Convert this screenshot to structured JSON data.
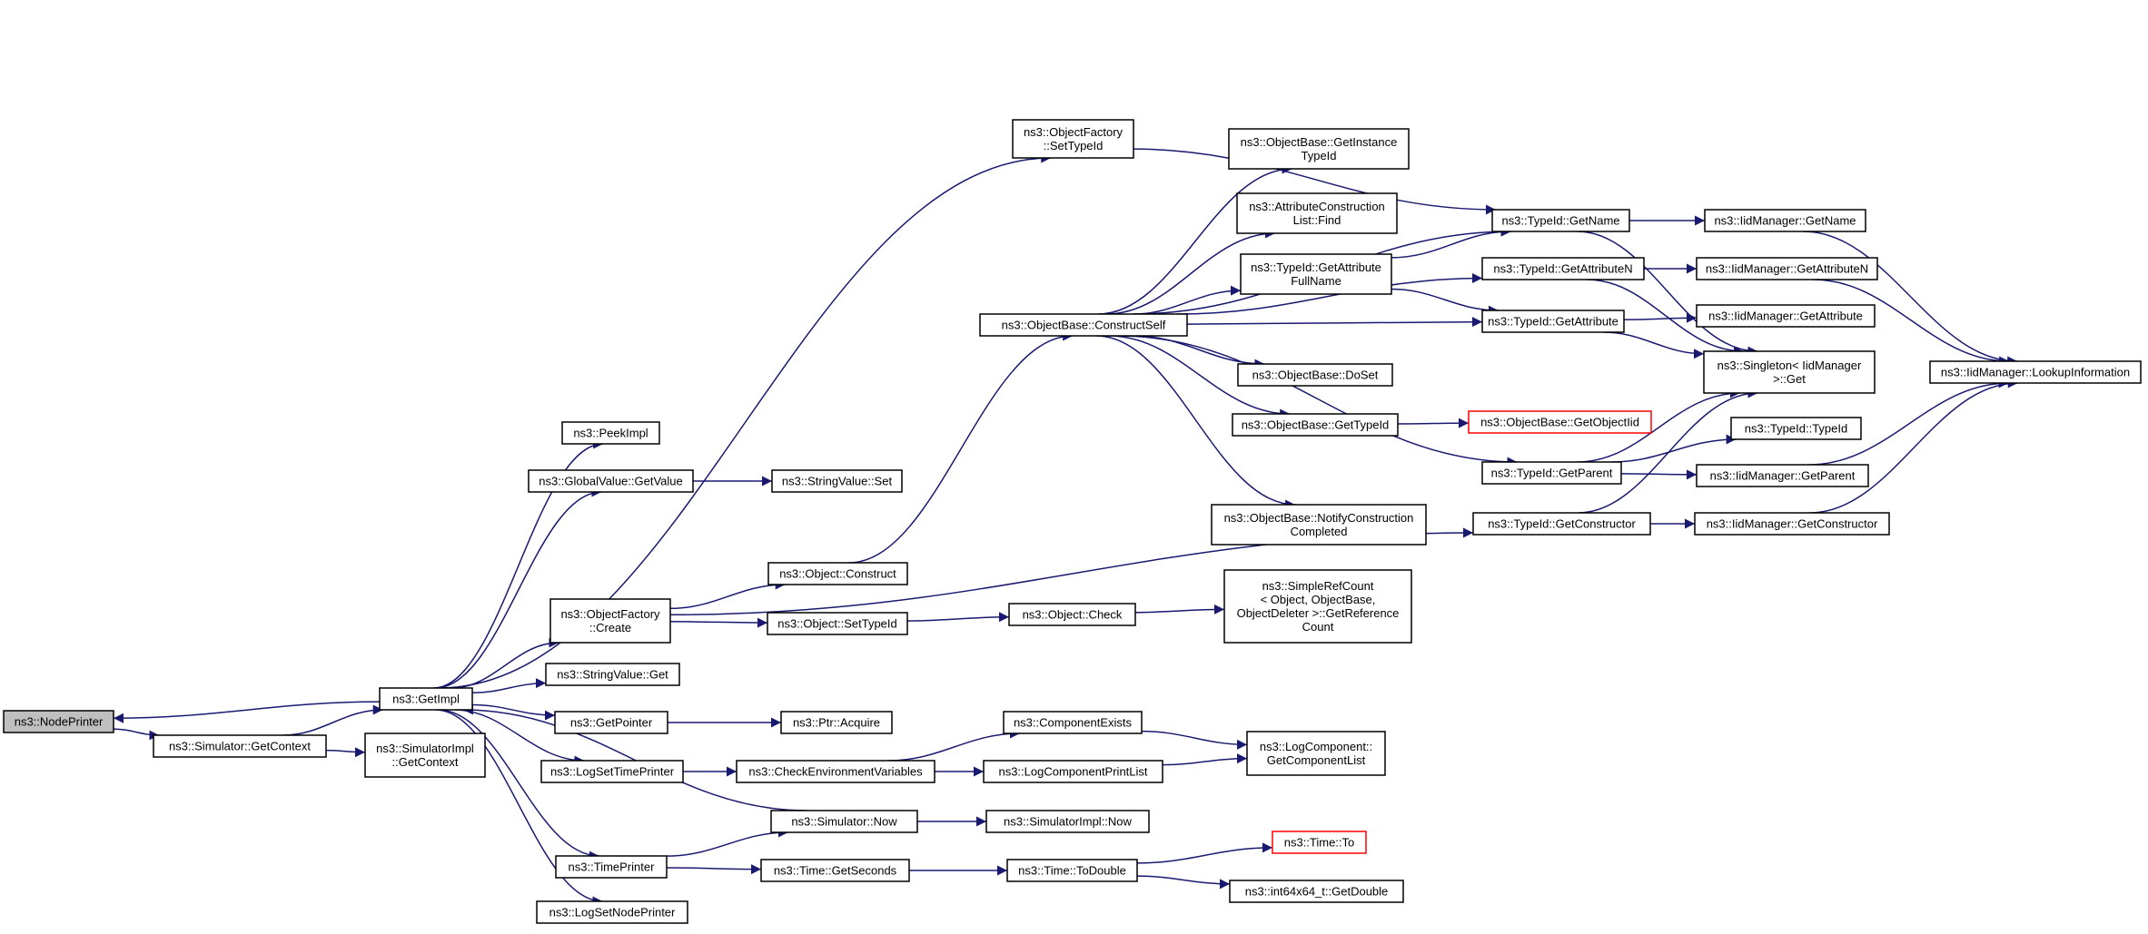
{
  "colors": {
    "edge": "#191970",
    "root_fill": "#bfbfbf",
    "highlight_border": "#ff0000"
  },
  "nodes": {
    "nodeprinter": [
      "ns3::NodePrinter"
    ],
    "getcontext": [
      "ns3::Simulator::GetContext"
    ],
    "simimpl_getcontext": [
      "ns3::SimulatorImpl",
      "::GetContext"
    ],
    "getimpl": [
      "ns3::GetImpl"
    ],
    "peekimpl": [
      "ns3::PeekImpl"
    ],
    "globalvalue_getvalue": [
      "ns3::GlobalValue::GetValue"
    ],
    "stringvalue_set": [
      "ns3::StringValue::Set"
    ],
    "objectfactory_create": [
      "ns3::ObjectFactory",
      "::Create"
    ],
    "stringvalue_get": [
      "ns3::StringValue::Get"
    ],
    "getpointer": [
      "ns3::GetPointer"
    ],
    "ptr_acquire": [
      "ns3::Ptr::Acquire"
    ],
    "logsettimeprinter": [
      "ns3::LogSetTimePrinter"
    ],
    "checkenv": [
      "ns3::CheckEnvironmentVariables"
    ],
    "componentexists": [
      "ns3::ComponentExists"
    ],
    "logcomponentprintlist": [
      "ns3::LogComponentPrintList"
    ],
    "logcomponent_getlist": [
      "ns3::LogComponent::",
      "GetComponentList"
    ],
    "simulator_now": [
      "ns3::Simulator::Now"
    ],
    "simimpl_now": [
      "ns3::SimulatorImpl::Now"
    ],
    "timeprinter": [
      "ns3::TimePrinter"
    ],
    "time_getseconds": [
      "ns3::Time::GetSeconds"
    ],
    "time_todouble": [
      "ns3::Time::ToDouble"
    ],
    "time_to": [
      "ns3::Time::To"
    ],
    "int64_getdouble": [
      "ns3::int64x64_t::GetDouble"
    ],
    "logsetnodeprinter": [
      "ns3::LogSetNodePrinter"
    ],
    "object_construct": [
      "ns3::Object::Construct"
    ],
    "object_settypeid": [
      "ns3::Object::SetTypeId"
    ],
    "object_check": [
      "ns3::Object::Check"
    ],
    "simplerefcount": [
      "ns3::SimpleRefCount",
      "< Object, ObjectBase,",
      "ObjectDeleter >::GetReference",
      "Count"
    ],
    "objectfactory_settypeid": [
      "ns3::ObjectFactory",
      "::SetTypeId"
    ],
    "constructself": [
      "ns3::ObjectBase::ConstructSelf"
    ],
    "getinstancetypeid": [
      "ns3::ObjectBase::GetInstance",
      "TypeId"
    ],
    "attrconstlist_find": [
      "ns3::AttributeConstruction",
      "List::Find"
    ],
    "typeid_getattrfullname": [
      "ns3::TypeId::GetAttribute",
      "FullName"
    ],
    "objectbase_doset": [
      "ns3::ObjectBase::DoSet"
    ],
    "objectbase_gettypeid": [
      "ns3::ObjectBase::GetTypeId"
    ],
    "notifyconstruction": [
      "ns3::ObjectBase::NotifyConstruction",
      "Completed"
    ],
    "getobjectiid": [
      "ns3::ObjectBase::GetObjectIid"
    ],
    "typeid_getname": [
      "ns3::TypeId::GetName"
    ],
    "typeid_getattributen": [
      "ns3::TypeId::GetAttributeN"
    ],
    "typeid_getattribute": [
      "ns3::TypeId::GetAttribute"
    ],
    "typeid_getparent": [
      "ns3::TypeId::GetParent"
    ],
    "typeid_getconstructor": [
      "ns3::TypeId::GetConstructor"
    ],
    "singleton_get": [
      "ns3::Singleton< IidManager",
      ">::Get"
    ],
    "typeid_typeid": [
      "ns3::TypeId::TypeId"
    ],
    "iid_getname": [
      "ns3::IidManager::GetName"
    ],
    "iid_getattributen": [
      "ns3::IidManager::GetAttributeN"
    ],
    "iid_getattribute": [
      "ns3::IidManager::GetAttribute"
    ],
    "iid_getparent": [
      "ns3::IidManager::GetParent"
    ],
    "iid_getconstructor": [
      "ns3::IidManager::GetConstructor"
    ],
    "iid_lookupinformation": [
      "ns3::IidManager::LookupInformation"
    ]
  },
  "edges": [
    [
      "getimpl",
      "nodeprinter"
    ],
    [
      "nodeprinter",
      "getcontext"
    ],
    [
      "getcontext",
      "getimpl"
    ],
    [
      "getcontext",
      "simimpl_getcontext"
    ],
    [
      "getimpl",
      "peekimpl"
    ],
    [
      "getimpl",
      "globalvalue_getvalue"
    ],
    [
      "globalvalue_getvalue",
      "stringvalue_set"
    ],
    [
      "getimpl",
      "objectfactory_create"
    ],
    [
      "getimpl",
      "stringvalue_get"
    ],
    [
      "getimpl",
      "getpointer"
    ],
    [
      "getpointer",
      "ptr_acquire"
    ],
    [
      "getimpl",
      "logsettimeprinter"
    ],
    [
      "logsettimeprinter",
      "checkenv"
    ],
    [
      "checkenv",
      "componentexists"
    ],
    [
      "checkenv",
      "logcomponentprintlist"
    ],
    [
      "componentexists",
      "logcomponent_getlist"
    ],
    [
      "logcomponentprintlist",
      "logcomponent_getlist"
    ],
    [
      "simulator_now",
      "getimpl"
    ],
    [
      "simulator_now",
      "simimpl_now"
    ],
    [
      "getimpl",
      "timeprinter"
    ],
    [
      "timeprinter",
      "simulator_now"
    ],
    [
      "timeprinter",
      "time_getseconds"
    ],
    [
      "time_getseconds",
      "time_todouble"
    ],
    [
      "time_todouble",
      "time_to"
    ],
    [
      "time_todouble",
      "int64_getdouble"
    ],
    [
      "getimpl",
      "logsetnodeprinter"
    ],
    [
      "getimpl",
      "objectfactory_settypeid"
    ],
    [
      "objectfactory_create",
      "object_construct"
    ],
    [
      "objectfactory_create",
      "object_settypeid"
    ],
    [
      "objectfactory_create",
      "typeid_getconstructor"
    ],
    [
      "object_settypeid",
      "object_check"
    ],
    [
      "object_check",
      "simplerefcount"
    ],
    [
      "object_construct",
      "constructself"
    ],
    [
      "objectfactory_settypeid",
      "typeid_getname"
    ],
    [
      "constructself",
      "getinstancetypeid"
    ],
    [
      "constructself",
      "attrconstlist_find"
    ],
    [
      "constructself",
      "typeid_getattrfullname"
    ],
    [
      "constructself",
      "typeid_getattribute"
    ],
    [
      "constructself",
      "objectbase_doset"
    ],
    [
      "constructself",
      "objectbase_gettypeid"
    ],
    [
      "constructself",
      "notifyconstruction"
    ],
    [
      "constructself",
      "typeid_getparent"
    ],
    [
      "constructself",
      "typeid_getname"
    ],
    [
      "constructself",
      "typeid_getattributen"
    ],
    [
      "objectbase_gettypeid",
      "getobjectiid"
    ],
    [
      "typeid_getattrfullname",
      "typeid_getname"
    ],
    [
      "typeid_getattrfullname",
      "typeid_getattribute"
    ],
    [
      "typeid_getname",
      "iid_getname"
    ],
    [
      "typeid_getname",
      "singleton_get"
    ],
    [
      "typeid_getattributen",
      "iid_getattributen"
    ],
    [
      "typeid_getattributen",
      "singleton_get"
    ],
    [
      "typeid_getattribute",
      "iid_getattribute"
    ],
    [
      "typeid_getattribute",
      "singleton_get"
    ],
    [
      "typeid_getparent",
      "singleton_get"
    ],
    [
      "typeid_getparent",
      "typeid_typeid"
    ],
    [
      "typeid_getparent",
      "iid_getparent"
    ],
    [
      "typeid_getconstructor",
      "singleton_get"
    ],
    [
      "typeid_getconstructor",
      "iid_getconstructor"
    ],
    [
      "iid_getname",
      "iid_lookupinformation"
    ],
    [
      "iid_getattributen",
      "iid_lookupinformation"
    ],
    [
      "iid_getparent",
      "iid_lookupinformation"
    ],
    [
      "iid_getconstructor",
      "iid_lookupinformation"
    ]
  ]
}
